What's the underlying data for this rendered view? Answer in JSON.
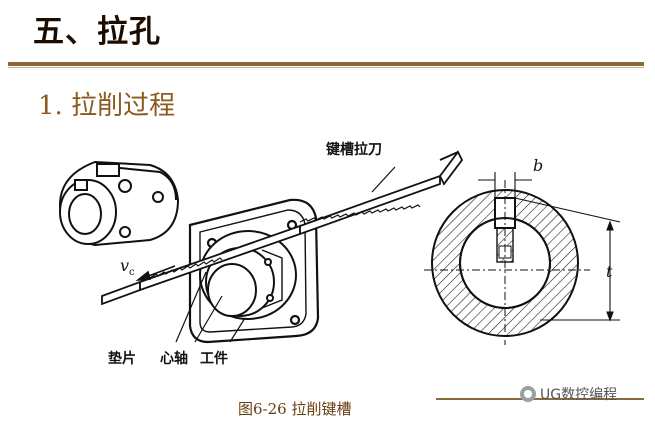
{
  "header": {
    "title": "五、拉孔",
    "subtitle": "1. 拉削过程"
  },
  "diagram": {
    "labels": {
      "broach": "键槽拉刀",
      "shim": "垫片",
      "mandrel": "心轴",
      "workpiece": "工件",
      "velocity": "v",
      "velocity_sub": "c",
      "dim_b": "b",
      "dim_t": "t"
    },
    "caption": "图6-26  拉削键槽"
  },
  "watermark": {
    "text": "UG数控编程"
  }
}
